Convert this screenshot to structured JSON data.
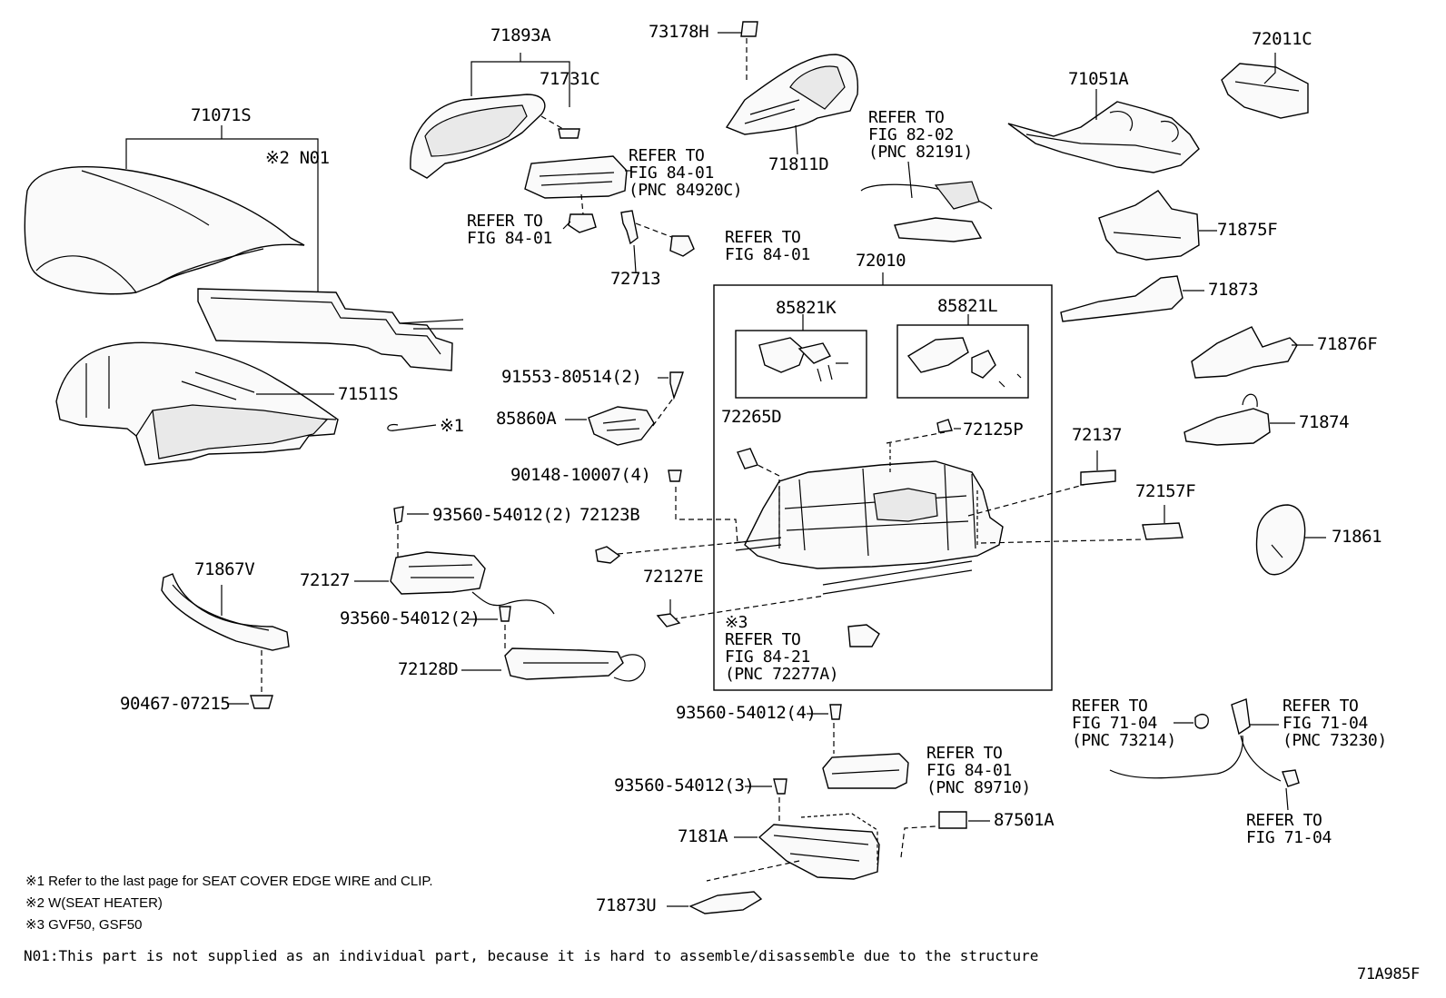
{
  "diagram_id": "71A985F",
  "part_labels": {
    "71071S": "71071S",
    "N01": "※2 N01",
    "71511S": "71511S",
    "note_mark_1": "※1",
    "71867V": "71867V",
    "90467_07215": "90467-07215",
    "71893A": "71893A",
    "71731C": "71731C",
    "73178H": "73178H",
    "71811D": "71811D",
    "72713": "72713",
    "91553_80514": "91553-80514(2)",
    "85860A": "85860A",
    "90148_10007": "90148-10007(4)",
    "93560_54012_a": "93560-54012(2)",
    "72127": "72127",
    "93560_54012_b": "93560-54012(2)",
    "72128D": "72128D",
    "72123B": "72123B",
    "72127E": "72127E",
    "72010": "72010",
    "85821K": "85821K",
    "85821L": "85821L",
    "72265D": "72265D",
    "72125P": "72125P",
    "72137": "72137",
    "72157F": "72157F",
    "72011C": "72011C",
    "71051A": "71051A",
    "71875F": "71875F",
    "71873": "71873",
    "71876F": "71876F",
    "71874": "71874",
    "71861": "71861",
    "93560_54012_c": "93560-54012(4)",
    "93560_54012_d": "93560-54012(3)",
    "7181A": "7181A",
    "87501A": "87501A",
    "71873U": "71873U"
  },
  "refs": {
    "ref_84920c": [
      "REFER TO",
      "FIG 84-01",
      "(PNC 84920C)"
    ],
    "ref_84_01_a": [
      "REFER TO",
      "FIG 84-01"
    ],
    "ref_84_01_b": [
      "REFER TO",
      "FIG 84-01"
    ],
    "ref_82191": [
      "REFER TO",
      "FIG 82-02",
      "(PNC 82191)"
    ],
    "ref_72277a": [
      "※3",
      "REFER TO",
      "FIG 84-21",
      "(PNC 72277A)"
    ],
    "ref_89710": [
      "REFER TO",
      "FIG 84-01",
      "(PNC 89710)"
    ],
    "ref_73214": [
      "REFER TO",
      "FIG 71-04",
      "(PNC 73214)"
    ],
    "ref_73230": [
      "REFER TO",
      "FIG 71-04",
      "(PNC 73230)"
    ],
    "ref_71_04": [
      "REFER TO",
      "FIG 71-04"
    ]
  },
  "notes": {
    "n1": "※1 Refer to the last page for SEAT COVER EDGE WIRE and CLIP.",
    "n2": "※2 W(SEAT HEATER)",
    "n3": "※3 GVF50, GSF50",
    "n01": "N01:This part is not supplied as an individual part, because it is hard to assemble/disassemble due to the structure"
  }
}
